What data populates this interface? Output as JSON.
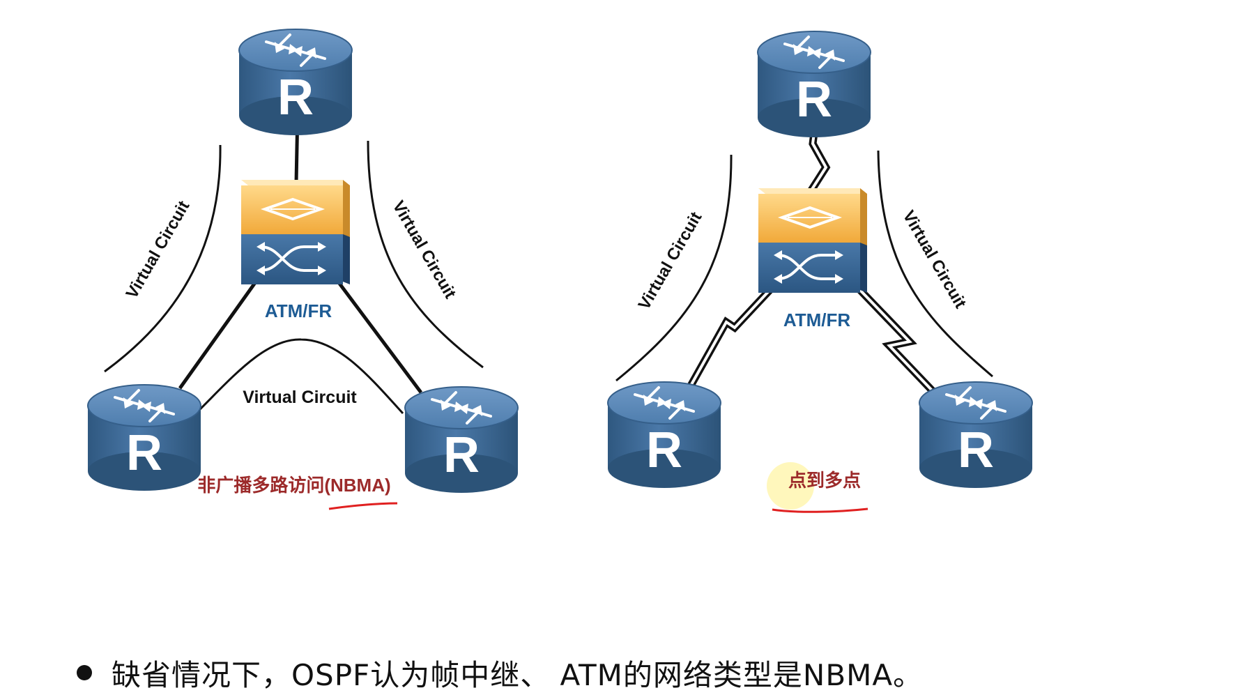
{
  "diagrams": [
    {
      "id": "nbma",
      "device_label": "ATM/FR",
      "circuit_labels": [
        "Virtual Circuit",
        "Virtual Circuit",
        "Virtual Circuit"
      ],
      "router_glyph": "R",
      "caption": "非广播多路访问(NBMA)"
    },
    {
      "id": "p2mp",
      "device_label": "ATM/FR",
      "circuit_labels": [
        "Virtual Circuit",
        "Virtual Circuit"
      ],
      "router_glyph": "R",
      "caption": "点到多点"
    }
  ],
  "bullet": {
    "text": "缺省情况下，OSPF认为帧中继、 ATM的网络类型是NBMA。"
  },
  "icons": {
    "router": "router-icon",
    "switch": "atm-frame-relay-switch-icon",
    "serial_link": "lightning-serial-link-icon"
  },
  "colors": {
    "router_top": "#5a86b4",
    "router_body": "#3a6694",
    "switch_top": "#f6b64a",
    "switch_bottom": "#3a6898",
    "device_label": "#1d5b94",
    "caption": "#9c2a2a",
    "underline": "#e02020",
    "text": "#111111"
  }
}
